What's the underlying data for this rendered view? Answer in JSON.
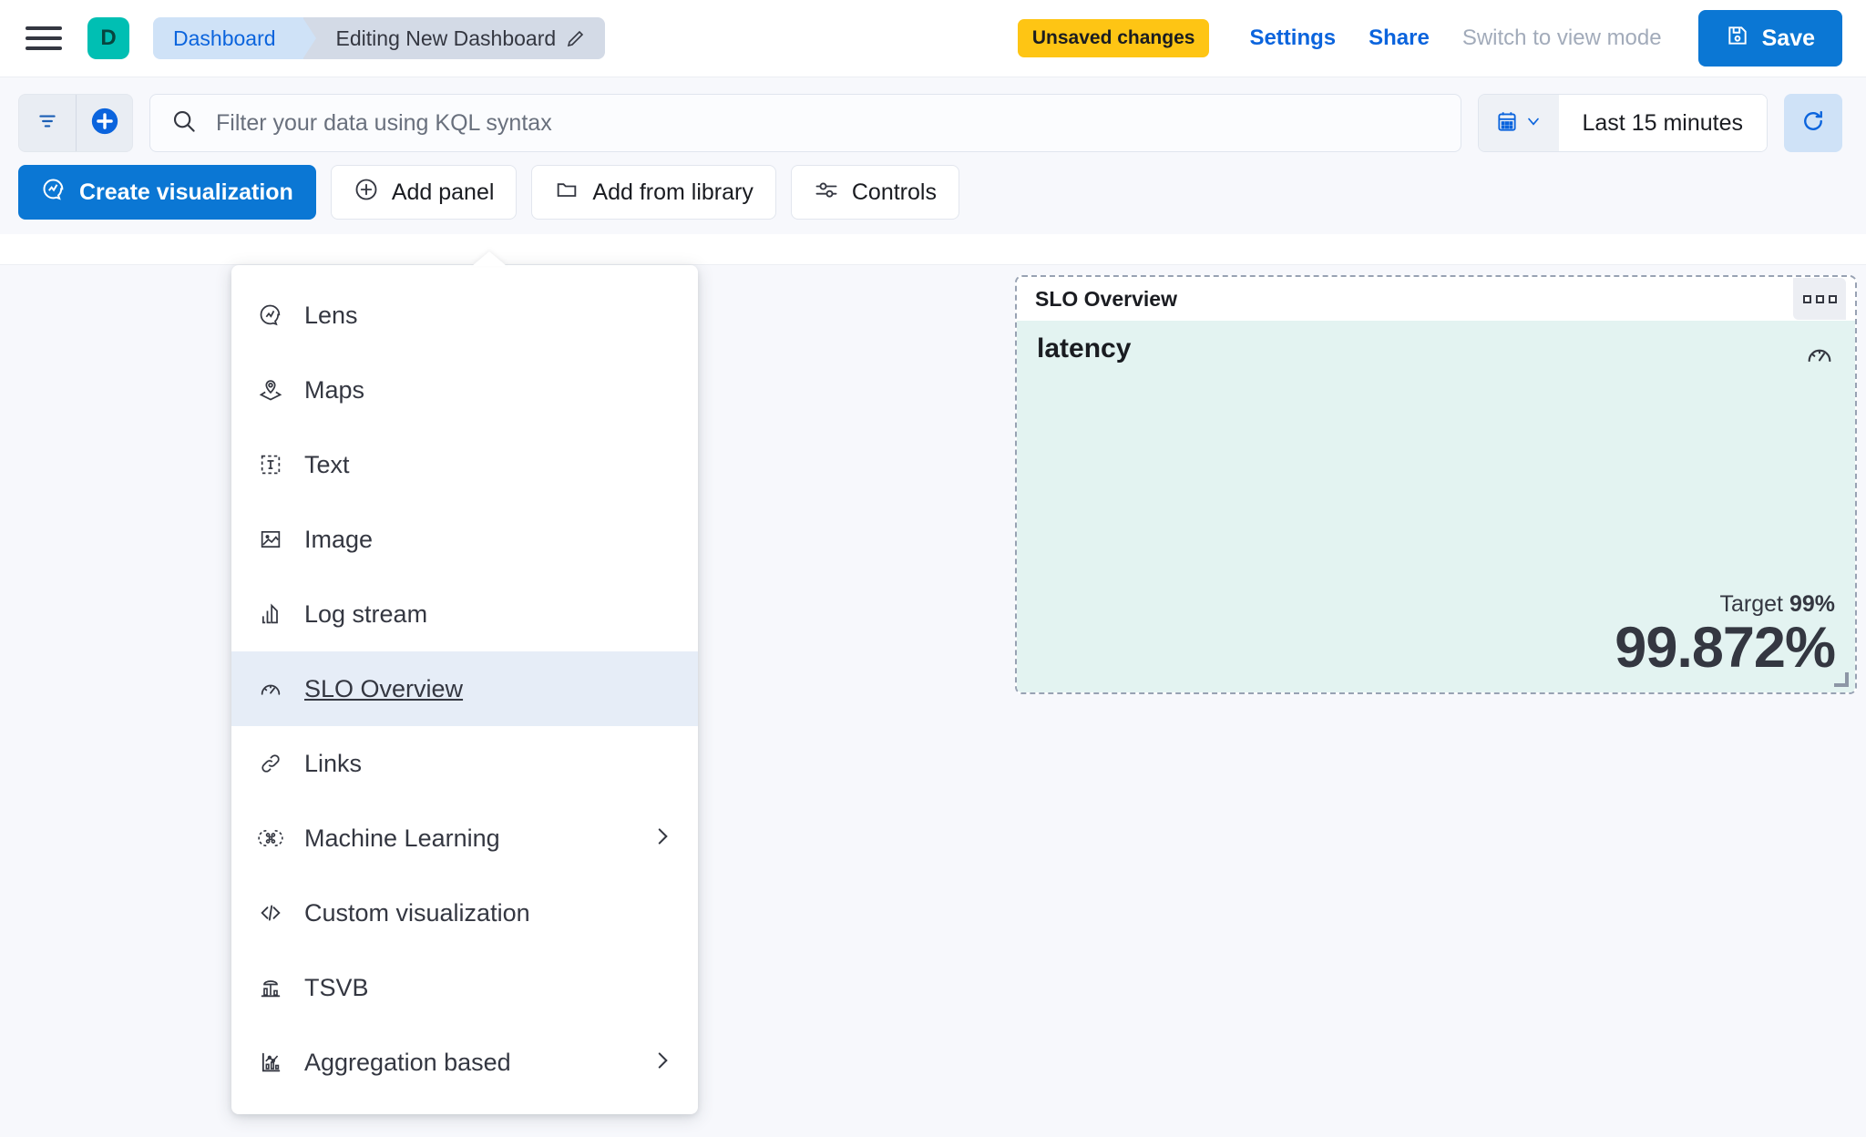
{
  "header": {
    "space_avatar_letter": "D",
    "breadcrumbs": [
      {
        "label": "Dashboard"
      },
      {
        "label": "Editing New Dashboard"
      }
    ],
    "unsaved_badge": "Unsaved changes",
    "settings_label": "Settings",
    "share_label": "Share",
    "view_mode_label": "Switch to view mode",
    "save_label": "Save"
  },
  "querybar": {
    "search_placeholder": "Filter your data using KQL syntax",
    "time_range": "Last 15 minutes"
  },
  "toolbar": {
    "create_visualization": "Create visualization",
    "add_panel": "Add panel",
    "add_from_library": "Add from library",
    "controls": "Controls"
  },
  "add_panel_menu": {
    "items": [
      {
        "label": "Lens",
        "icon": "lens-icon",
        "submenu": false,
        "selected": false
      },
      {
        "label": "Maps",
        "icon": "maps-icon",
        "submenu": false,
        "selected": false
      },
      {
        "label": "Text",
        "icon": "text-icon",
        "submenu": false,
        "selected": false
      },
      {
        "label": "Image",
        "icon": "image-icon",
        "submenu": false,
        "selected": false
      },
      {
        "label": "Log stream",
        "icon": "log-stream-icon",
        "submenu": false,
        "selected": false
      },
      {
        "label": "SLO Overview",
        "icon": "gauge-icon",
        "submenu": false,
        "selected": true
      },
      {
        "label": "Links",
        "icon": "link-icon",
        "submenu": false,
        "selected": false
      },
      {
        "label": "Machine Learning",
        "icon": "machine-learning-icon",
        "submenu": true,
        "selected": false
      },
      {
        "label": "Custom visualization",
        "icon": "code-icon",
        "submenu": false,
        "selected": false
      },
      {
        "label": "TSVB",
        "icon": "tsvb-icon",
        "submenu": false,
        "selected": false
      },
      {
        "label": "Aggregation based",
        "icon": "aggregation-icon",
        "submenu": true,
        "selected": false
      }
    ]
  },
  "slo_panel": {
    "title": "SLO Overview",
    "slo_name": "latency",
    "target_label": "Target",
    "target_value": "99%",
    "sli_value": "99.872%"
  },
  "colors": {
    "accent_blue": "#0b77d4",
    "link_blue": "#0b64dd",
    "warning_yellow": "#FEC514",
    "space_teal": "#00BFB3",
    "slo_good_bg": "#e3f3f1",
    "menu_selected_bg": "#e6edf7"
  }
}
